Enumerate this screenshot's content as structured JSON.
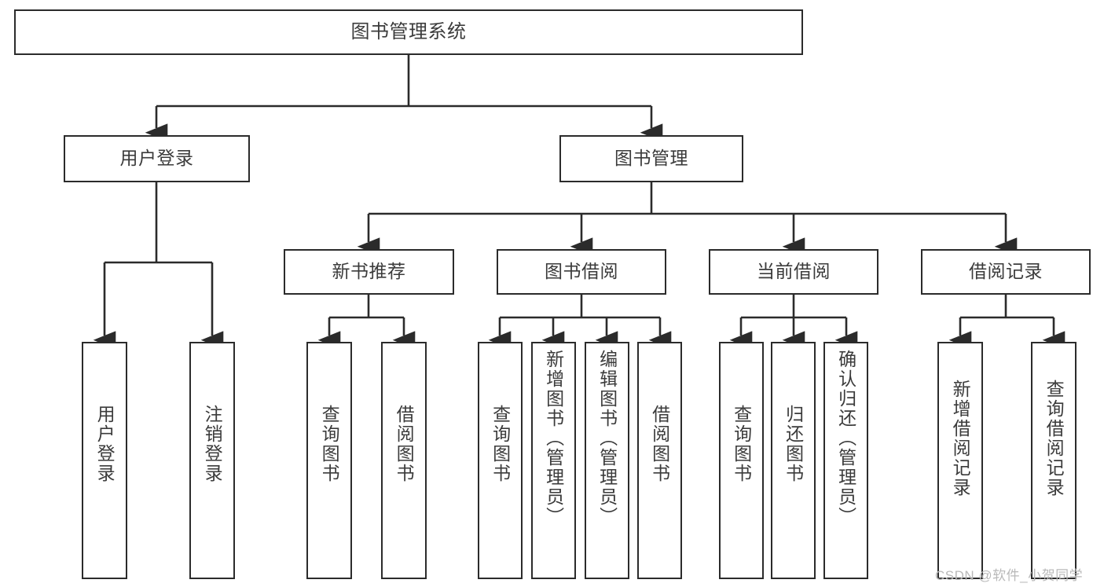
{
  "diagram": {
    "title": "图书管理系统",
    "type": "tree-hierarchy",
    "root": {
      "label": "图书管理系统"
    },
    "level1": [
      {
        "label": "用户登录"
      },
      {
        "label": "图书管理"
      }
    ],
    "level2": [
      {
        "label": "新书推荐"
      },
      {
        "label": "图书借阅"
      },
      {
        "label": "当前借阅"
      },
      {
        "label": "借阅记录"
      }
    ],
    "leaves": {
      "user_login": [
        {
          "label": "用户登录"
        },
        {
          "label": "注销登录"
        }
      ],
      "new_book_recommend": [
        {
          "label": "查询图书"
        },
        {
          "label": "借阅图书"
        }
      ],
      "book_borrow": [
        {
          "label": "查询图书"
        },
        {
          "label": "新增图书（管理员）"
        },
        {
          "label": "编辑图书（管理员）"
        },
        {
          "label": "借阅图书"
        }
      ],
      "current_borrow": [
        {
          "label": "查询图书"
        },
        {
          "label": "归还图书"
        },
        {
          "label": "确认归还（管理员）"
        }
      ],
      "borrow_record": [
        {
          "label": "新增借阅记录"
        },
        {
          "label": "查询借阅记录"
        }
      ]
    }
  },
  "watermark": {
    "text": "CSDN @软件_小贺同学"
  },
  "colors": {
    "stroke": "#2b2b2b",
    "text": "#3b3b3b",
    "background": "#ffffff",
    "watermark": "#b9b9b9"
  }
}
